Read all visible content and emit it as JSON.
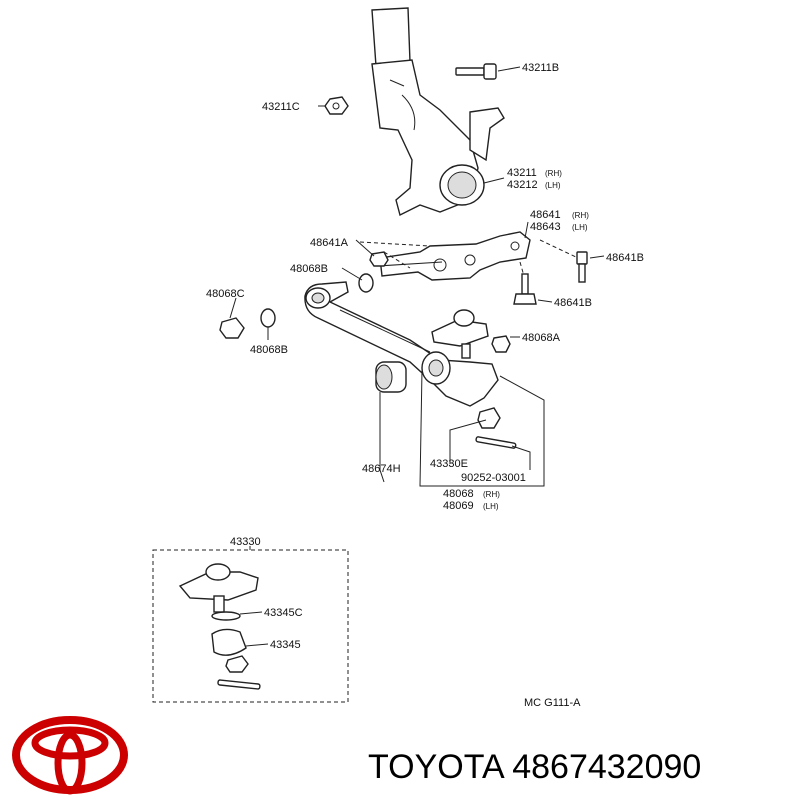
{
  "labels": {
    "p43211B": "43211B",
    "p43211C": "43211C",
    "p43211": "43211",
    "p43211_rh": "(RH)",
    "p43212": "43212",
    "p43212_lh": "(LH)",
    "p48641": "48641",
    "p48641_rh": "(RH)",
    "p48643": "48643",
    "p48643_lh": "(LH)",
    "p48641A": "48641A",
    "p48641B_top": "48641B",
    "p48068B_top": "48068B",
    "p48068C": "48068C",
    "p48068B_bottom": "48068B",
    "p48641B_mid": "48641B",
    "p48068A": "48068A",
    "p48674H": "48674H",
    "p43330E": "43330E",
    "p90252": "90252-03001",
    "p48068": "48068",
    "p48068_rh": "(RH)",
    "p48069": "48069",
    "p48069_lh": "(LH)",
    "p43330": "43330",
    "p43345C": "43345C",
    "p43345": "43345",
    "code": "MC G111-A"
  },
  "brand": {
    "text": "TOYOTA 4867432090",
    "logo_color": "#cc0000"
  }
}
